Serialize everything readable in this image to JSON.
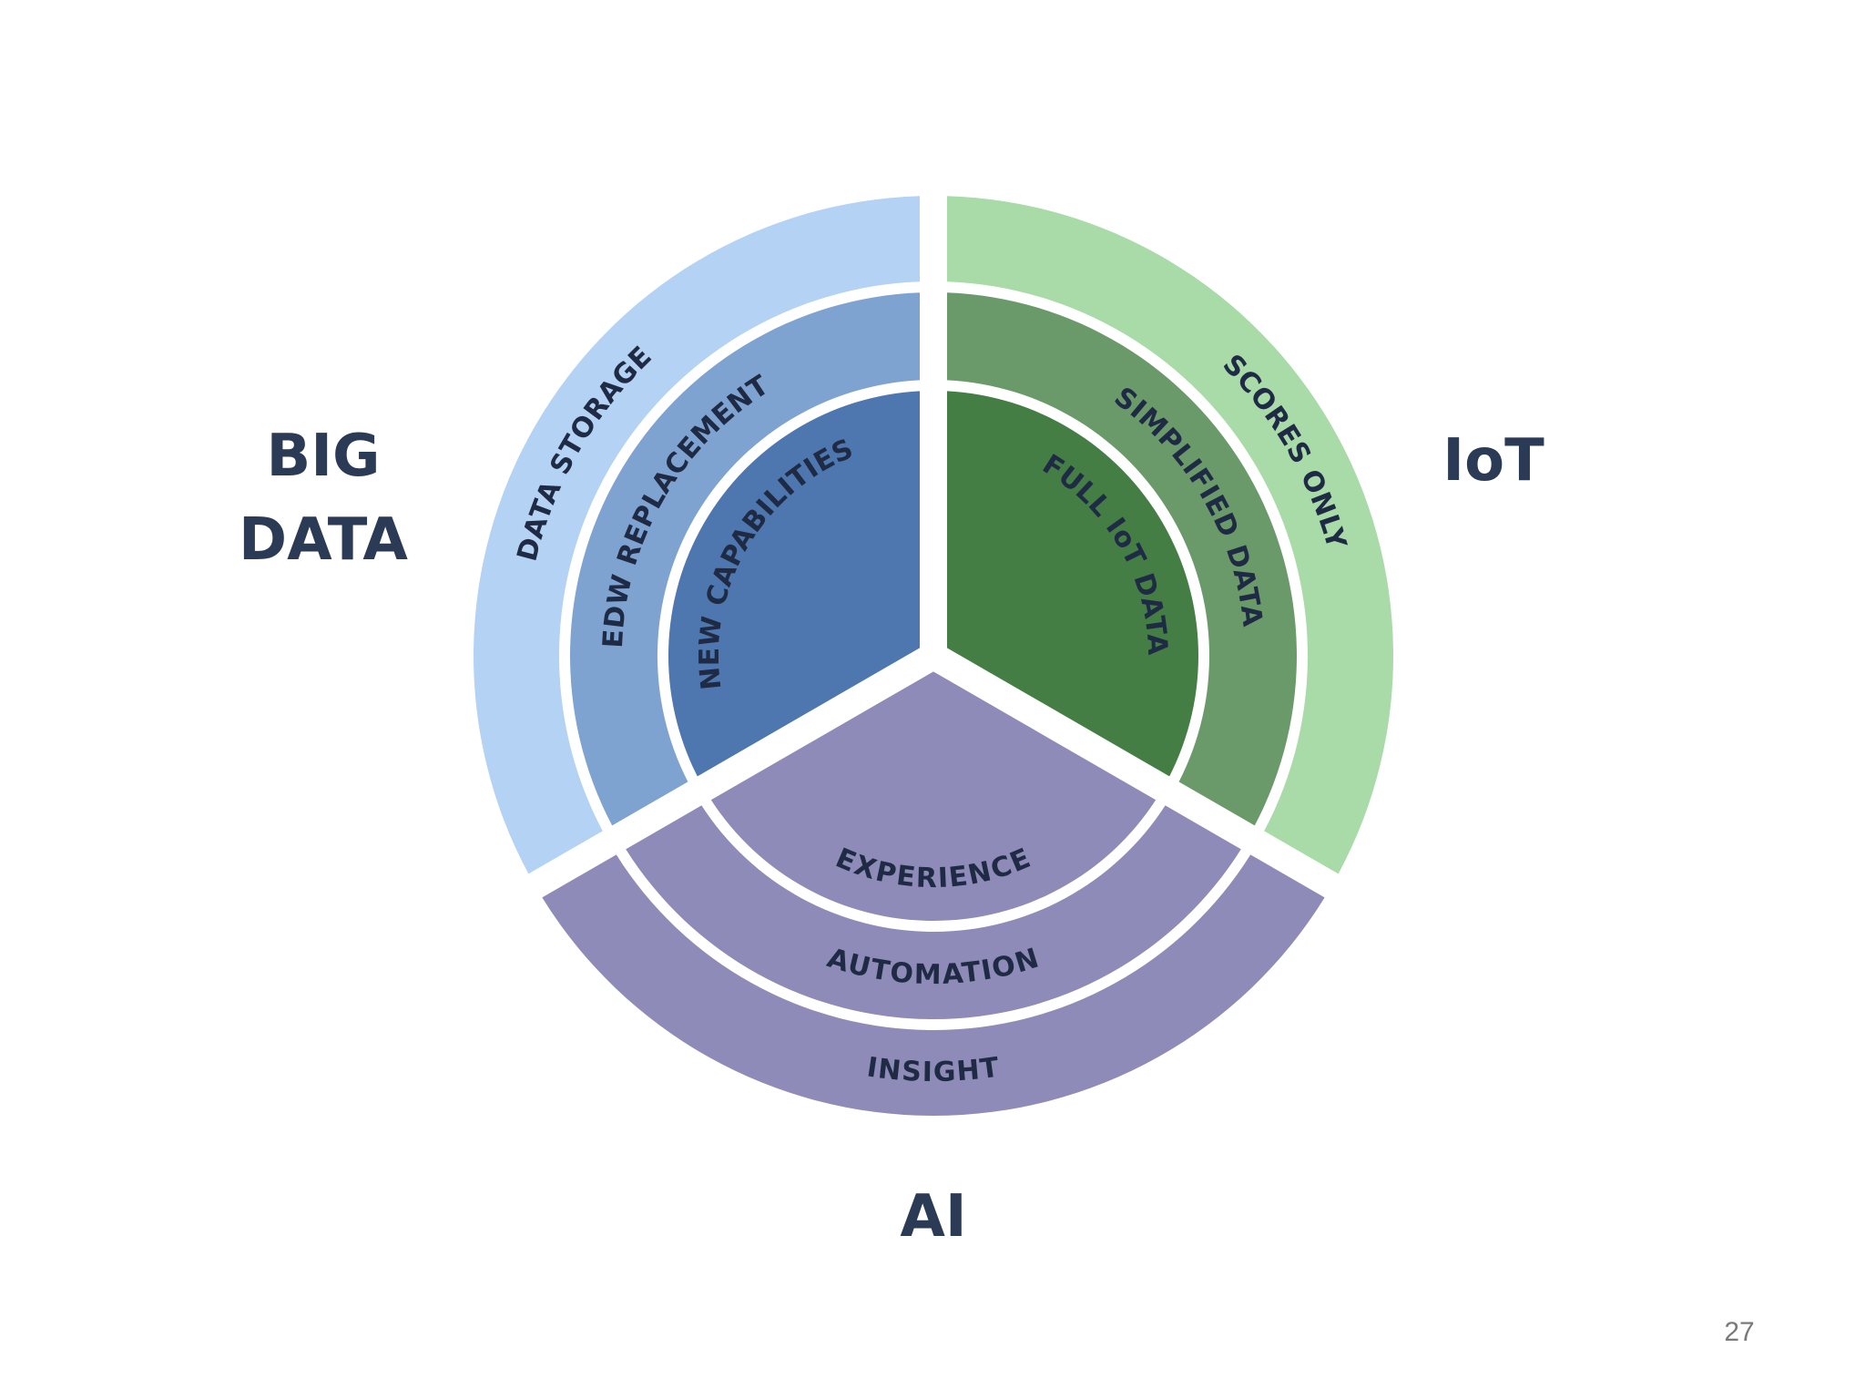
{
  "groups": {
    "big_data": {
      "label_line1": "BIG",
      "label_line2": "DATA",
      "rings": [
        "DATA STORAGE",
        "EDW REPLACEMENT",
        "NEW CAPABILITIES"
      ],
      "colors": [
        "#b3d2f4",
        "#7ea3d1",
        "#4d77ae"
      ]
    },
    "iot": {
      "label": "IoT",
      "rings": [
        "SCORES ONLY",
        "SIMPLIFIED DATA",
        "FULL IoT DATA"
      ],
      "colors": [
        "#a8dba7",
        "#6b9a6a",
        "#447e44"
      ]
    },
    "ai": {
      "label": "AI",
      "rings": [
        "INSIGHT",
        "AUTOMATION",
        "EXPERIENCE"
      ],
      "colors": [
        "#8e8bb8",
        "#8e8bb8",
        "#8e8bb8"
      ]
    }
  },
  "page_number": "27",
  "text_color": "#1f2a44",
  "label_color": "#2b3a55"
}
